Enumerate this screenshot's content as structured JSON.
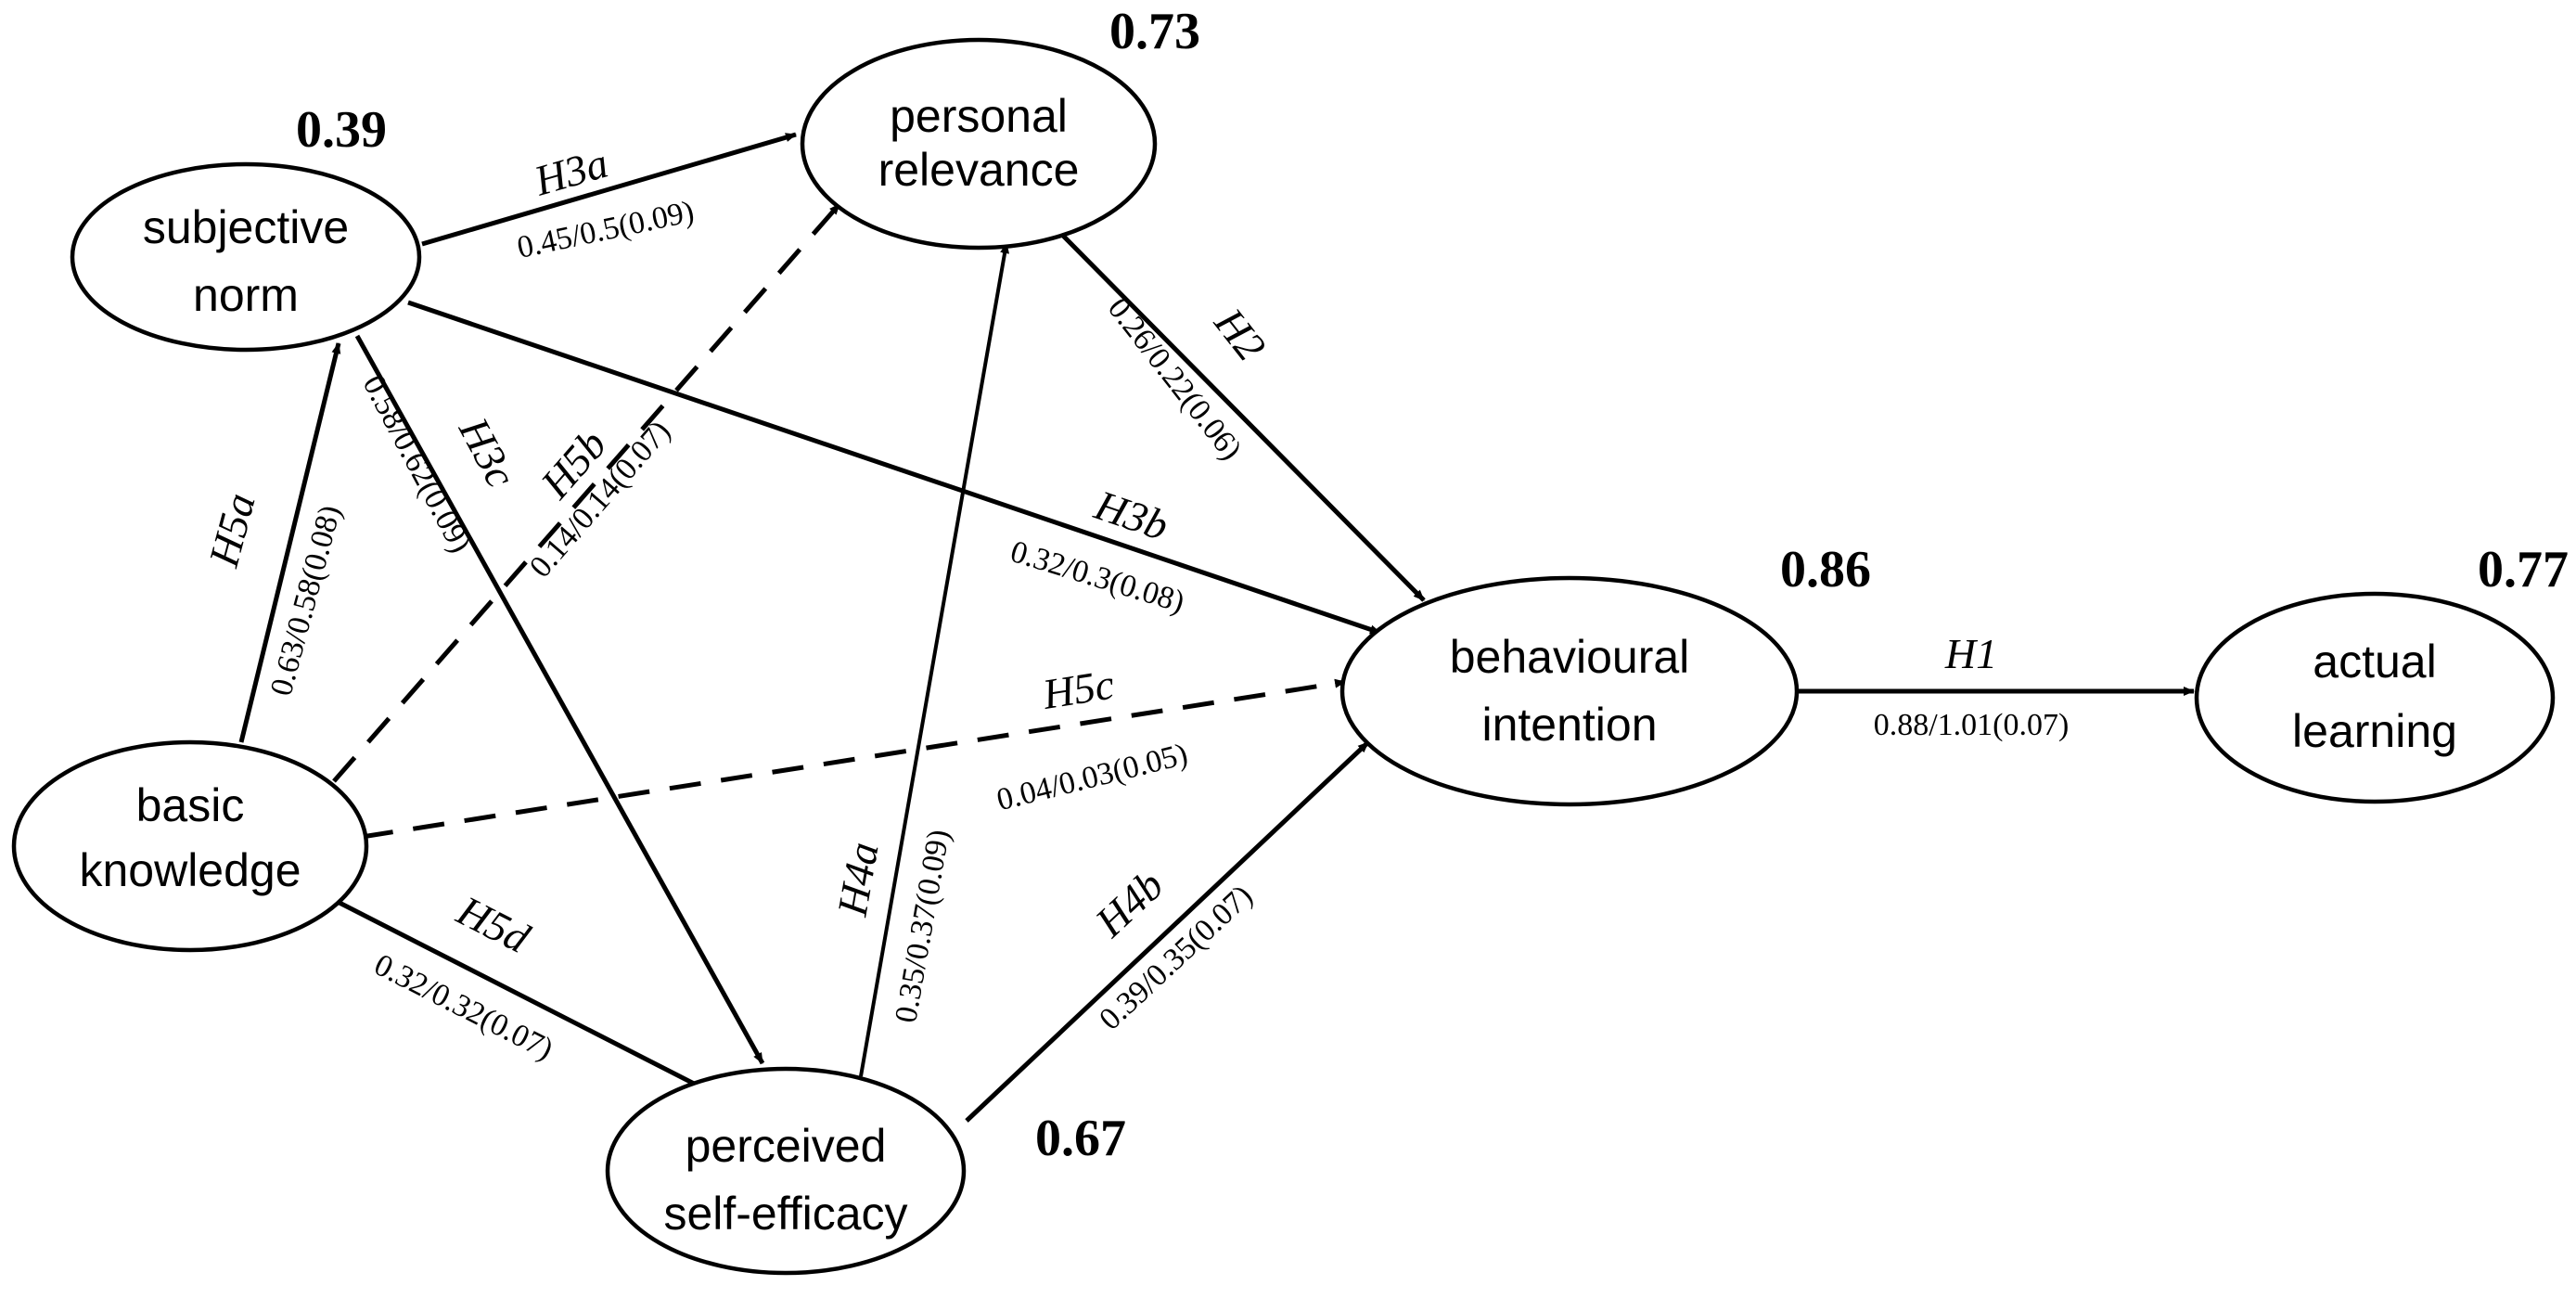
{
  "nodes": {
    "subjective_norm": {
      "lines": [
        "subjective",
        "norm"
      ],
      "r2": "0.39"
    },
    "personal_relevance": {
      "lines": [
        "personal",
        "relevance"
      ],
      "r2": "0.73"
    },
    "basic_knowledge": {
      "lines": [
        "basic",
        "knowledge"
      ]
    },
    "perceived_self_efficacy": {
      "lines": [
        "perceived",
        "self-efficacy"
      ],
      "r2": "0.67"
    },
    "behavioural_intention": {
      "lines": [
        "behavioural",
        "intention"
      ],
      "r2": "0.86"
    },
    "actual_learning": {
      "lines": [
        "actual",
        "learning"
      ],
      "r2": "0.77"
    }
  },
  "edges": [
    {
      "id": "H3a",
      "from": "subjective_norm",
      "to": "personal_relevance",
      "hypothesis": "H3a",
      "coefficients": "0.45/0.5(0.09)",
      "style": "solid"
    },
    {
      "id": "H3b",
      "from": "subjective_norm",
      "to": "behavioural_intention",
      "hypothesis": "H3b",
      "coefficients": "0.32/0.3(0.08)",
      "style": "solid"
    },
    {
      "id": "H3c",
      "from": "subjective_norm",
      "to": "perceived_self_efficacy",
      "hypothesis": "H3c",
      "coefficients": "0.58/0.62(0.09)",
      "style": "solid"
    },
    {
      "id": "H2",
      "from": "personal_relevance",
      "to": "behavioural_intention",
      "hypothesis": "H2",
      "coefficients": "0.26/0.22(0.06)",
      "style": "solid"
    },
    {
      "id": "H5a",
      "from": "basic_knowledge",
      "to": "subjective_norm",
      "hypothesis": "H5a",
      "coefficients": "0.63/0.58(0.08)",
      "style": "solid"
    },
    {
      "id": "H5b",
      "from": "basic_knowledge",
      "to": "personal_relevance",
      "hypothesis": "H5b",
      "coefficients": "0.14/0.14(0.07)",
      "style": "dashed"
    },
    {
      "id": "H5c",
      "from": "basic_knowledge",
      "to": "behavioural_intention",
      "hypothesis": "H5c",
      "coefficients": "0.04/0.03(0.05)",
      "style": "dashed"
    },
    {
      "id": "H5d",
      "from": "basic_knowledge",
      "to": "perceived_self_efficacy",
      "hypothesis": "H5d",
      "coefficients": "0.32/0.32(0.07)",
      "style": "solid"
    },
    {
      "id": "H4a",
      "from": "perceived_self_efficacy",
      "to": "personal_relevance",
      "hypothesis": "H4a",
      "coefficients": "0.35/0.37(0.09)",
      "style": "solid"
    },
    {
      "id": "H4b",
      "from": "perceived_self_efficacy",
      "to": "behavioural_intention",
      "hypothesis": "H4b",
      "coefficients": "0.39/0.35(0.07)",
      "style": "solid"
    },
    {
      "id": "H1",
      "from": "behavioural_intention",
      "to": "actual_learning",
      "hypothesis": "H1",
      "coefficients": "0.88/1.01(0.07)",
      "style": "solid"
    }
  ]
}
